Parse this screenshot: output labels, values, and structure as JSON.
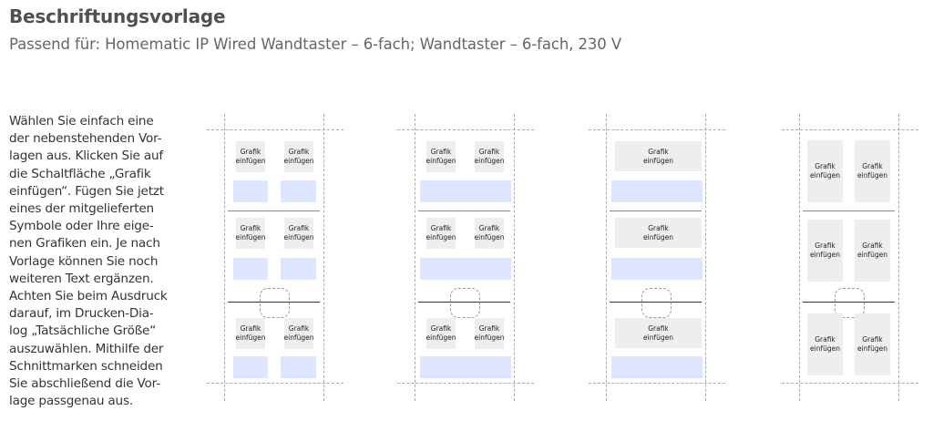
{
  "header": {
    "title": "Beschriftungsvorlage",
    "subtitle": "Passend für: Homematic IP Wired Wandtaster – 6-fach; Wandtaster – 6-fach, 230 V"
  },
  "description": [
    "Wählen Sie einfach eine",
    "der nebenstehenden Vor-",
    "lagen aus. Klicken Sie auf",
    "die Schaltfläche „Grafik",
    "einfügen“. Fügen Sie jetzt",
    "eines der mitgelieferten",
    "Symbole oder Ihre eige-",
    "nen Grafiken ein. Je nach",
    "Vorlage können Sie noch",
    "weiteren Text ergänzen.",
    "Achten Sie beim Ausdruck",
    "darauf, im Drucken-Dia-",
    "log „Tatsächliche Größe“",
    "auszuwählen. Mithilfe der",
    "Schnittmarken schneiden",
    "Sie abschließend die Vor-",
    "lage passgenau aus."
  ],
  "placeholder_label": "Grafik einfügen",
  "templates": [
    {
      "name": "two-graphics-two-text-fields",
      "columns": 2,
      "text_fields": 2
    },
    {
      "name": "two-graphics-one-text-field",
      "columns": 2,
      "text_fields": 1
    },
    {
      "name": "one-graphic-one-text-field",
      "columns": 1,
      "text_fields": 1
    },
    {
      "name": "two-graphics-no-text",
      "columns": 2,
      "text_fields": 0
    }
  ],
  "colors": {
    "placeholder": "#eeeeee",
    "text_field": "#dde5ff"
  }
}
